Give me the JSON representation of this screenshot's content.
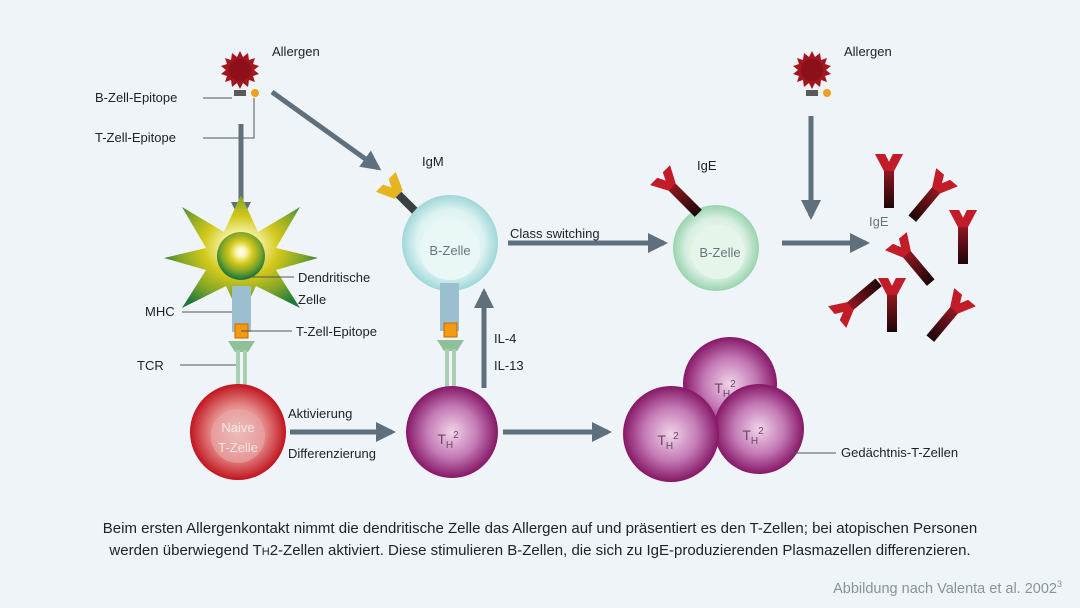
{
  "labels": {
    "allergen_left": "Allergen",
    "allergen_right": "Allergen",
    "b_epitope": "B-Zell-Epitope",
    "t_epitope_top": "T-Zell-Epitope",
    "igm": "IgM",
    "ige_top": "IgE",
    "ige_cluster": "IgE",
    "dendritic_1": "Dendritische",
    "dendritic_2": "Zelle",
    "mhc": "MHC",
    "t_epitope_mid": "T-Zell-Epitope",
    "tcr": "TCR",
    "b_cell_1": "B-Zelle",
    "b_cell_2": "B-Zelle",
    "class_switching": "Class switching",
    "il4": "IL-4",
    "il13": "IL-13",
    "naive_1": "Naive",
    "naive_2": "T-Zelle",
    "aktivierung": "Aktivierung",
    "differenzierung": "Differenzierung",
    "th_main": "T",
    "th_main_sub": "H",
    "th_main_sup": "2",
    "memory": "Gedächtnis-T-Zellen"
  },
  "caption": {
    "line1": "Beim ersten Allergenkontakt nimmt die dendritische Zelle das Allergen auf und präsentiert es den T-Zellen; bei atopischen Personen",
    "line2_a": "werden überwiegend T",
    "line2_sub": "H",
    "line2_b": "2-Zellen aktiviert. Diese stimulieren B-Zellen, die sich zu IgE-produzierenden Plasmazellen  differenzieren."
  },
  "source": {
    "text": "Abbildung nach Valenta et al. 2002",
    "sup": "3"
  },
  "colors": {
    "arrow": "#5f707c",
    "antibody_red": "#b41d2a",
    "igm_yellow": "#e6b41e",
    "th2_purple": "#8c1a73",
    "naive_red": "#c8202a"
  }
}
